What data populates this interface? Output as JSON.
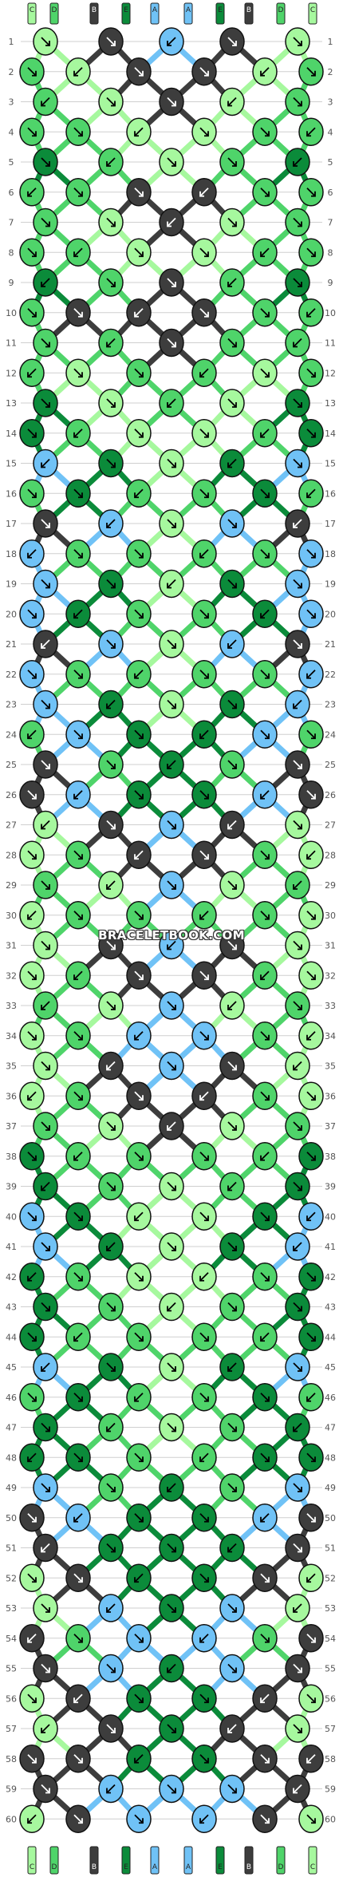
{
  "site_watermark": "BRACELETBOOK.COM",
  "colors": {
    "A": "#70c2f6",
    "B": "#3d3d3d",
    "C": "#a6f89e",
    "D": "#4fd46a",
    "E": "#0b8b3a",
    "grid": "#cfcfcf"
  },
  "strings_top": [
    "C",
    "D",
    "B",
    "E",
    "A",
    "A",
    "E",
    "B",
    "D",
    "C"
  ],
  "strings_bottom": [
    "C",
    "D",
    "B",
    "E",
    "A",
    "A",
    "E",
    "B",
    "D",
    "C"
  ],
  "row_numbers": [
    "1",
    "2",
    "3",
    "4",
    "5",
    "6",
    "7",
    "8",
    "9",
    "10",
    "11",
    "12",
    "13",
    "14",
    "15",
    "16",
    "17",
    "18",
    "19",
    "20",
    "21",
    "22",
    "23",
    "24",
    "25",
    "26",
    "27",
    "28",
    "29",
    "30",
    "31",
    "32",
    "33",
    "34",
    "35",
    "36",
    "37",
    "38",
    "39",
    "40",
    "41",
    "42",
    "43",
    "44",
    "45",
    "46",
    "47",
    "48",
    "49",
    "50",
    "51",
    "52",
    "53",
    "54",
    "55",
    "56",
    "57",
    "58",
    "59",
    "60"
  ],
  "knot_icon_meaning": {
    "down-right-arrow-icon": "forward knot",
    "down-left-arrow-icon": "backward knot",
    "plain-knot-icon": "forward-backward / backward-forward knot"
  },
  "knot_rows": [
    [
      "C",
      "B",
      "A",
      "B",
      "C"
    ],
    [
      "D",
      "C",
      "B",
      "B",
      "C",
      "D"
    ],
    [
      "D",
      "C",
      "B",
      "C",
      "D"
    ],
    [
      "D",
      "D",
      "C",
      "C",
      "D",
      "D"
    ],
    [
      "E",
      "D",
      "C",
      "D",
      "E"
    ],
    [
      "D",
      "D",
      "B",
      "B",
      "D",
      "D"
    ],
    [
      "D",
      "C",
      "B",
      "C",
      "D"
    ],
    [
      "D",
      "D",
      "C",
      "C",
      "D",
      "D"
    ],
    [
      "E",
      "D",
      "B",
      "D",
      "E"
    ],
    [
      "D",
      "B",
      "B",
      "B",
      "D",
      "D"
    ],
    [
      "D",
      "D",
      "B",
      "D",
      "D"
    ],
    [
      "D",
      "C",
      "D",
      "D",
      "C",
      "D"
    ],
    [
      "E",
      "C",
      "D",
      "C",
      "E"
    ],
    [
      "E",
      "D",
      "C",
      "C",
      "D",
      "E"
    ],
    [
      "A",
      "E",
      "C",
      "E",
      "A"
    ],
    [
      "D",
      "E",
      "D",
      "D",
      "E",
      "D"
    ],
    [
      "B",
      "A",
      "C",
      "A",
      "B"
    ],
    [
      "A",
      "D",
      "D",
      "D",
      "D",
      "A"
    ],
    [
      "A",
      "E",
      "C",
      "E",
      "A"
    ],
    [
      "A",
      "E",
      "D",
      "D",
      "E",
      "A"
    ],
    [
      "B",
      "A",
      "C",
      "A",
      "B"
    ],
    [
      "A",
      "D",
      "D",
      "D",
      "D",
      "A"
    ],
    [
      "A",
      "E",
      "C",
      "E",
      "A"
    ],
    [
      "D",
      "A",
      "E",
      "E",
      "A",
      "D"
    ],
    [
      "B",
      "D",
      "E",
      "D",
      "B"
    ],
    [
      "B",
      "A",
      "E",
      "E",
      "A",
      "B"
    ],
    [
      "C",
      "B",
      "A",
      "B",
      "C"
    ],
    [
      "C",
      "D",
      "B",
      "B",
      "D",
      "C"
    ],
    [
      "D",
      "C",
      "A",
      "C",
      "D"
    ],
    [
      "C",
      "D",
      "D",
      "D",
      "D",
      "C"
    ],
    [
      "C",
      "B",
      "A",
      "B",
      "C"
    ],
    [
      "C",
      "D",
      "B",
      "B",
      "D",
      "C"
    ],
    [
      "D",
      "C",
      "A",
      "C",
      "D"
    ],
    [
      "C",
      "D",
      "A",
      "A",
      "D",
      "C"
    ],
    [
      "C",
      "B",
      "A",
      "B",
      "C"
    ],
    [
      "C",
      "D",
      "B",
      "B",
      "D",
      "C"
    ],
    [
      "D",
      "C",
      "B",
      "C",
      "D"
    ],
    [
      "E",
      "D",
      "D",
      "D",
      "D",
      "E"
    ],
    [
      "E",
      "D",
      "C",
      "D",
      "E"
    ],
    [
      "A",
      "E",
      "C",
      "C",
      "E",
      "A"
    ],
    [
      "A",
      "E",
      "C",
      "E",
      "A"
    ],
    [
      "E",
      "D",
      "C",
      "C",
      "D",
      "E"
    ],
    [
      "E",
      "D",
      "C",
      "D",
      "E"
    ],
    [
      "E",
      "D",
      "D",
      "D",
      "D",
      "E"
    ],
    [
      "A",
      "E",
      "C",
      "E",
      "A"
    ],
    [
      "D",
      "E",
      "D",
      "D",
      "E",
      "D"
    ],
    [
      "E",
      "D",
      "C",
      "D",
      "E"
    ],
    [
      "E",
      "E",
      "D",
      "D",
      "E",
      "E"
    ],
    [
      "A",
      "D",
      "E",
      "D",
      "A"
    ],
    [
      "B",
      "A",
      "E",
      "E",
      "A",
      "B"
    ],
    [
      "B",
      "E",
      "E",
      "E",
      "B"
    ],
    [
      "C",
      "B",
      "E",
      "E",
      "B",
      "C"
    ],
    [
      "C",
      "A",
      "E",
      "A",
      "C"
    ],
    [
      "B",
      "D",
      "A",
      "A",
      "D",
      "B"
    ],
    [
      "B",
      "A",
      "E",
      "A",
      "B"
    ],
    [
      "C",
      "B",
      "E",
      "E",
      "B",
      "C"
    ],
    [
      "C",
      "B",
      "E",
      "B",
      "C"
    ],
    [
      "B",
      "B",
      "E",
      "E",
      "B",
      "B"
    ],
    [
      "B",
      "A",
      "A",
      "A",
      "B"
    ],
    [
      "C",
      "B",
      "A",
      "A",
      "B",
      "C"
    ]
  ]
}
